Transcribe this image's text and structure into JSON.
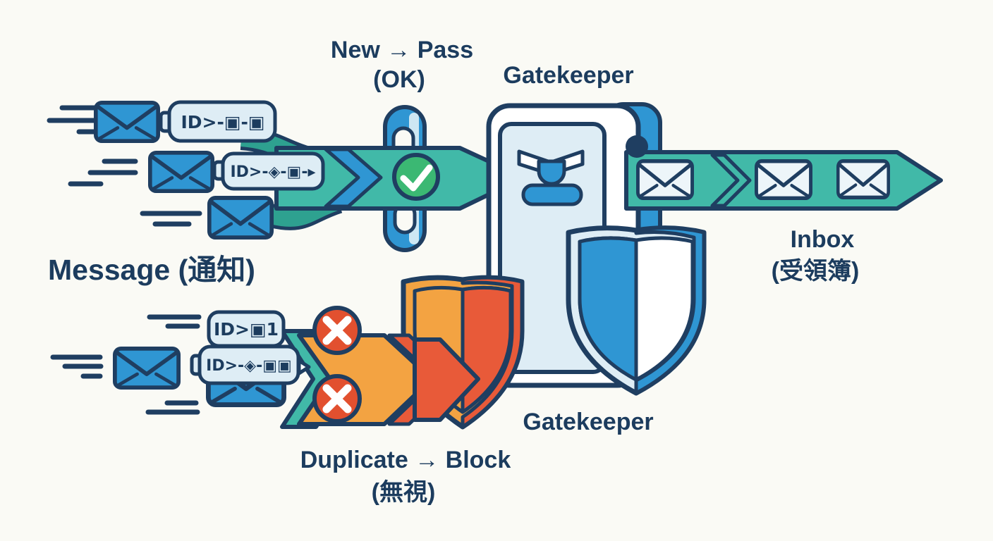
{
  "scene": {
    "background": "#FAFAF5",
    "palette": {
      "navy": "#1F3E61",
      "text_navy": "#1C3C5E",
      "blue": "#2F96D3",
      "light_blue": "#DEEDF5",
      "pale_blue": "#EDF5F9",
      "teal": "#41B9A8",
      "teal_dark": "#2EA190",
      "green": "#3BB873",
      "orange": "#F3A342",
      "red_orange": "#E85A39",
      "red_badge": "#E2502F",
      "highlight": "#CDE7F3"
    }
  },
  "labels": {
    "new_pass_line1": "New → Pass",
    "new_pass_line2": "(OK)",
    "gatekeeper_top": "Gatekeeper",
    "message": "Message (通知)",
    "inbox_line1": "Inbox",
    "inbox_line2": "(受領簿)",
    "gatekeeper_bottom": "Gatekeeper",
    "duplicate_line1": "Duplicate → Block",
    "duplicate_line2": "(無視)"
  },
  "id_tags": {
    "top_first": "ID>-▣-▣",
    "top_second": "ID>-◈-▣-▸",
    "bottom_first": "ID>▣1",
    "bottom_second": "ID>-◈-▣▣"
  },
  "icons": {
    "envelope": "✉",
    "check": "✓",
    "block_x": "✕",
    "cube": "▣",
    "diamond": "◈",
    "pointer": "▸"
  }
}
